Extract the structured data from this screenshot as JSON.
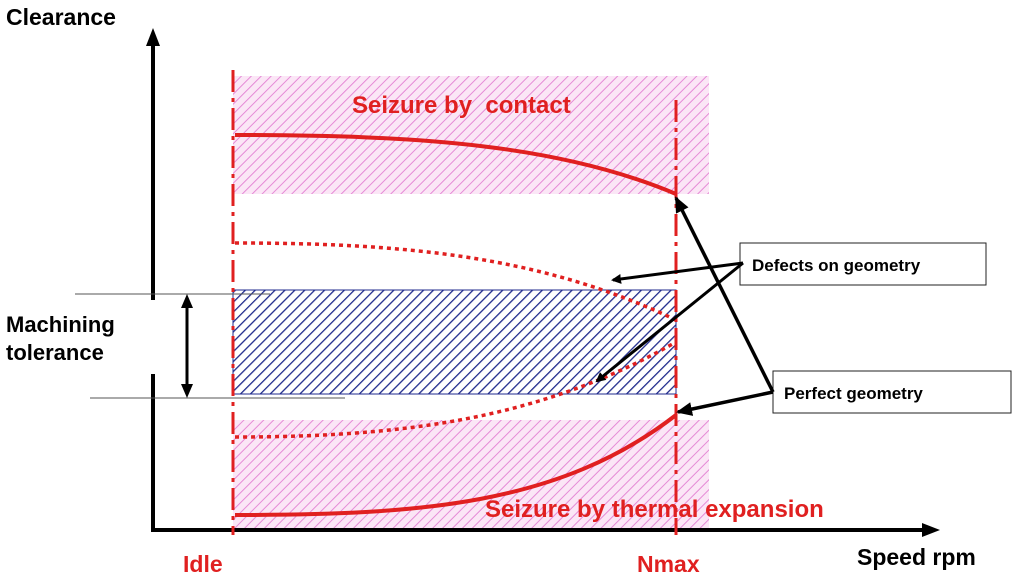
{
  "axes": {
    "y_label": "Clearance",
    "x_label": "Speed rpm"
  },
  "markers": {
    "idle": "Idle",
    "nmax": "Nmax"
  },
  "zones": {
    "top": "Seizure by  contact",
    "bottom": "Seizure by thermal expansion"
  },
  "tolerance": {
    "line1": "Machining",
    "line2": "tolerance"
  },
  "callouts": {
    "defects": "Defects on geometry",
    "perfect": "Perfect geometry"
  },
  "colors": {
    "red": "#e02020",
    "pink_hatch": "#e58ad6",
    "blue_hatch": "#1f2a8c",
    "black": "#000000"
  }
}
